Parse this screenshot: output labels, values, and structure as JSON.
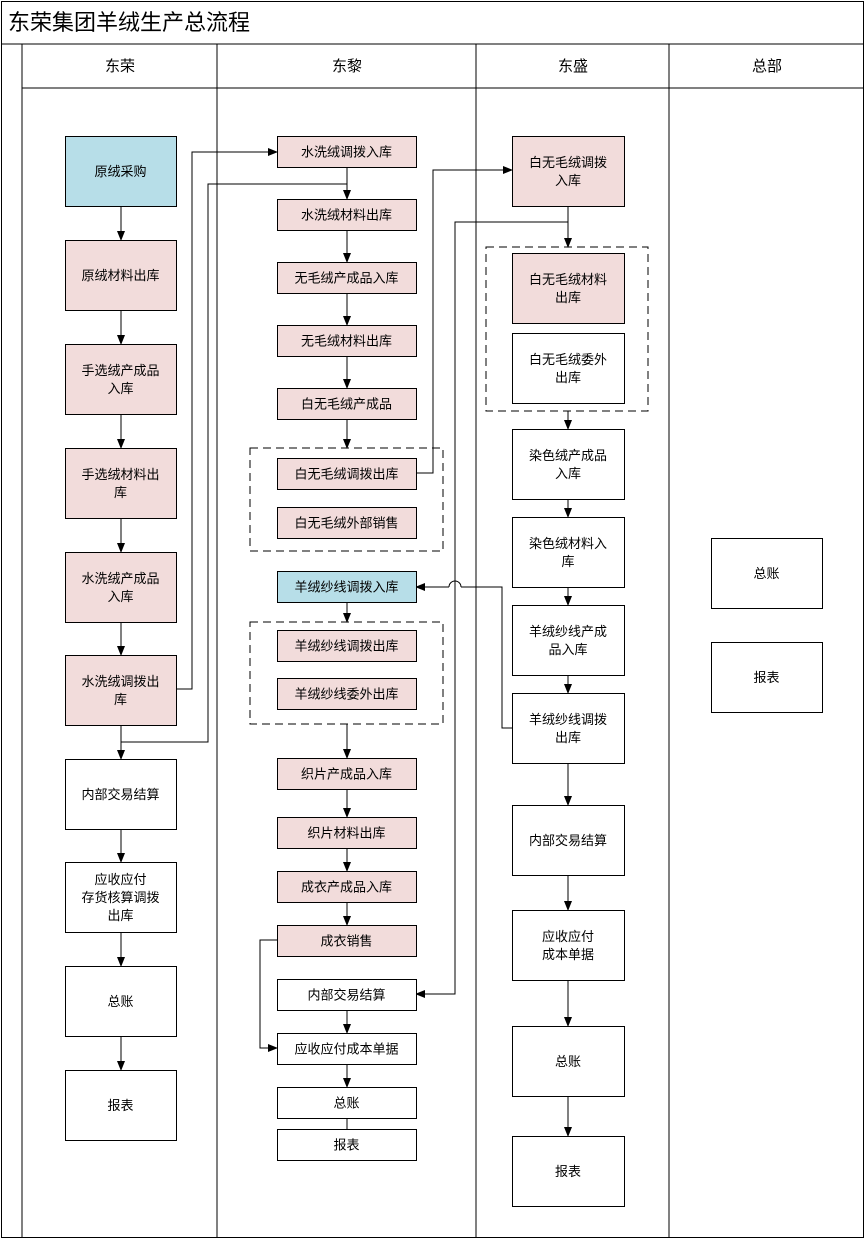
{
  "title": "东荣集团羊绒生产总流程",
  "colors": {
    "pink": "#f2dcdb",
    "blue": "#b7dee8",
    "white": "#ffffff",
    "line": "#000000"
  },
  "lanes": [
    {
      "id": "dongrong",
      "label": "东荣"
    },
    {
      "id": "dongli",
      "label": "东黎"
    },
    {
      "id": "dongsheng",
      "label": "东盛"
    },
    {
      "id": "hq",
      "label": "总部"
    }
  ],
  "nodes": [
    {
      "id": "a1",
      "lines": [
        "原绒采购"
      ],
      "fill": "blue"
    },
    {
      "id": "a2",
      "lines": [
        "原绒材料出库"
      ],
      "fill": "pink"
    },
    {
      "id": "a3",
      "lines": [
        "手选绒产成品",
        "入库"
      ],
      "fill": "pink"
    },
    {
      "id": "a4",
      "lines": [
        "手选绒材料出",
        "库"
      ],
      "fill": "pink"
    },
    {
      "id": "a5",
      "lines": [
        "水洗绒产成品",
        "入库"
      ],
      "fill": "pink"
    },
    {
      "id": "a6",
      "lines": [
        "水洗绒调拨出",
        "库"
      ],
      "fill": "pink"
    },
    {
      "id": "a7",
      "lines": [
        "内部交易结算"
      ],
      "fill": "white"
    },
    {
      "id": "a8",
      "lines": [
        "应收应付",
        "存货核算调拨",
        "出库"
      ],
      "fill": "white"
    },
    {
      "id": "a9",
      "lines": [
        "总账"
      ],
      "fill": "white"
    },
    {
      "id": "a10",
      "lines": [
        "报表"
      ],
      "fill": "white"
    },
    {
      "id": "b1",
      "lines": [
        "水洗绒调拨入库"
      ],
      "fill": "pink"
    },
    {
      "id": "b2",
      "lines": [
        "水洗绒材料出库"
      ],
      "fill": "pink"
    },
    {
      "id": "b3",
      "lines": [
        "无毛绒产成品入库"
      ],
      "fill": "pink"
    },
    {
      "id": "b4",
      "lines": [
        "无毛绒材料出库"
      ],
      "fill": "pink"
    },
    {
      "id": "b5",
      "lines": [
        "白无毛绒产成品"
      ],
      "fill": "pink"
    },
    {
      "id": "b6",
      "lines": [
        "白无毛绒调拨出库"
      ],
      "fill": "pink"
    },
    {
      "id": "b7",
      "lines": [
        "白无毛绒外部销售"
      ],
      "fill": "pink"
    },
    {
      "id": "b8",
      "lines": [
        "羊绒纱线调拨入库"
      ],
      "fill": "blue"
    },
    {
      "id": "b9",
      "lines": [
        "羊绒纱线调拨出库"
      ],
      "fill": "pink"
    },
    {
      "id": "b10",
      "lines": [
        "羊绒纱线委外出库"
      ],
      "fill": "pink"
    },
    {
      "id": "b11",
      "lines": [
        "织片产成品入库"
      ],
      "fill": "pink"
    },
    {
      "id": "b12",
      "lines": [
        "织片材料出库"
      ],
      "fill": "pink"
    },
    {
      "id": "b13",
      "lines": [
        "成衣产成品入库"
      ],
      "fill": "pink"
    },
    {
      "id": "b14",
      "lines": [
        "成衣销售"
      ],
      "fill": "pink"
    },
    {
      "id": "b15",
      "lines": [
        "内部交易结算"
      ],
      "fill": "white"
    },
    {
      "id": "b16",
      "lines": [
        "应收应付成本单据"
      ],
      "fill": "white"
    },
    {
      "id": "b17",
      "lines": [
        "总账"
      ],
      "fill": "white"
    },
    {
      "id": "b18",
      "lines": [
        "报表"
      ],
      "fill": "white"
    },
    {
      "id": "c1",
      "lines": [
        "白无毛绒调拨",
        "入库"
      ],
      "fill": "pink"
    },
    {
      "id": "c2",
      "lines": [
        "白无毛绒材料",
        "出库"
      ],
      "fill": "pink"
    },
    {
      "id": "c3",
      "lines": [
        "白无毛绒委外",
        "出库"
      ],
      "fill": "white"
    },
    {
      "id": "c4",
      "lines": [
        "染色绒产成品",
        "入库"
      ],
      "fill": "white"
    },
    {
      "id": "c5",
      "lines": [
        "染色绒材料入",
        "库"
      ],
      "fill": "white"
    },
    {
      "id": "c6",
      "lines": [
        "羊绒纱线产成",
        "品入库"
      ],
      "fill": "white"
    },
    {
      "id": "c7",
      "lines": [
        "羊绒纱线调拨",
        "出库"
      ],
      "fill": "white"
    },
    {
      "id": "c8",
      "lines": [
        "内部交易结算"
      ],
      "fill": "white"
    },
    {
      "id": "c9",
      "lines": [
        "应收应付",
        "成本单据"
      ],
      "fill": "white"
    },
    {
      "id": "c10",
      "lines": [
        "总账"
      ],
      "fill": "white"
    },
    {
      "id": "c11",
      "lines": [
        "报表"
      ],
      "fill": "white"
    },
    {
      "id": "d1",
      "lines": [
        "总账"
      ],
      "fill": "white"
    },
    {
      "id": "d2",
      "lines": [
        "报表"
      ],
      "fill": "white"
    }
  ]
}
